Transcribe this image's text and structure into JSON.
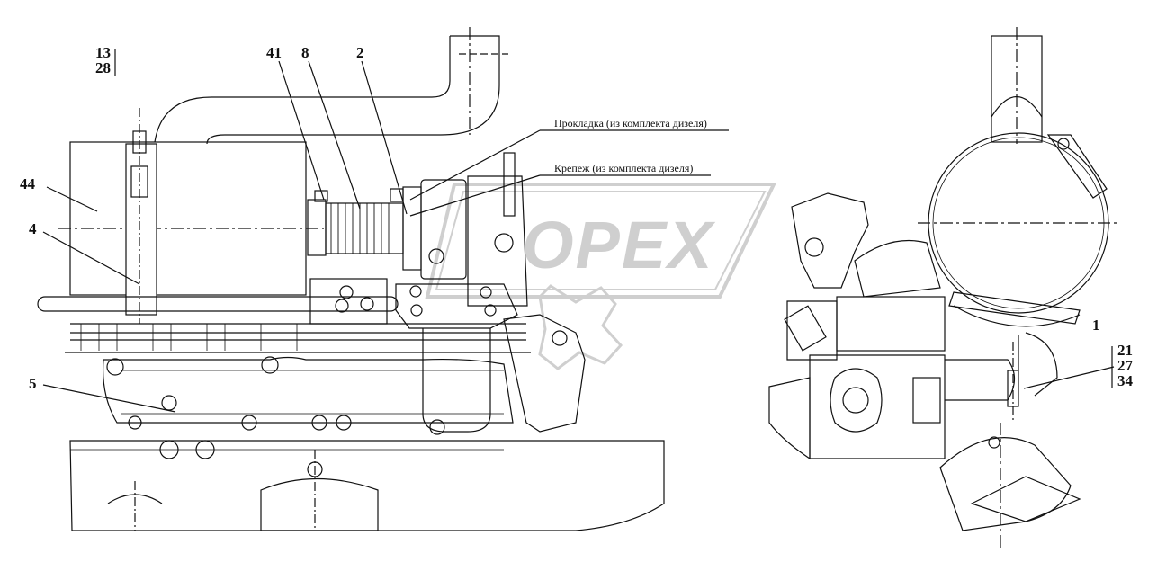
{
  "callouts": {
    "c13": "13",
    "c28": "28",
    "c41": "41",
    "c8": "8",
    "c2": "2",
    "c44": "44",
    "c4": "4",
    "c5": "5",
    "c1": "1",
    "c21": "21",
    "c27": "27",
    "c34": "34"
  },
  "notes": {
    "gasket": "Прокладка (из комплекта дизеля)",
    "fastener": "Крепеж (из комплекта дизеля)"
  },
  "watermark": {
    "text": "OPEX",
    "color": "#cfcfcf"
  },
  "colors": {
    "line": "#111111",
    "watermark": "#cfcfcf"
  }
}
